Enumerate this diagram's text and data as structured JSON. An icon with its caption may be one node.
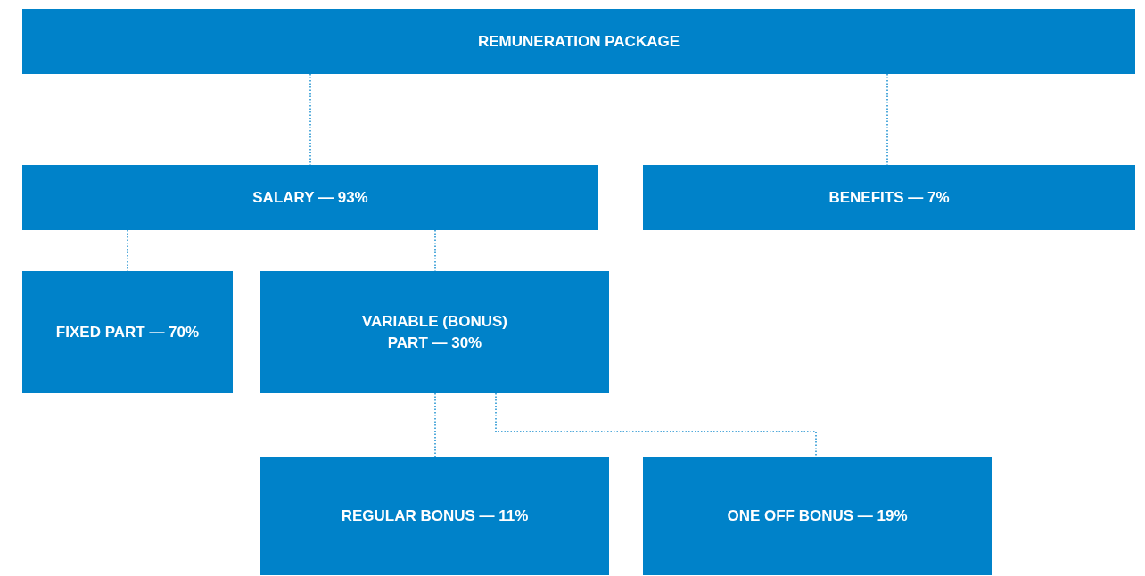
{
  "diagram": {
    "nodes": [
      {
        "text": [
          "REMUNERATION PACKAGE"
        ]
      },
      {
        "text": [
          "SALARY — 93%"
        ]
      },
      {
        "text": [
          "BENEFITS — 7%"
        ]
      },
      {
        "text": [
          "FIXED PART — 70%"
        ]
      },
      {
        "text": [
          "VARIABLE (BONUS) PART — 30%"
        ]
      },
      {
        "text": [
          "REGULAR BONUS — 11%"
        ]
      },
      {
        "text": [
          "ONE OFF BONUS — 19%"
        ]
      }
    ],
    "edges": [
      {
        "from": 0,
        "to": 1,
        "arrow": "none"
      },
      {
        "from": 0,
        "to": 2,
        "arrow": "none"
      },
      {
        "from": 1,
        "to": 3,
        "arrow": "none"
      },
      {
        "from": 1,
        "to": 4,
        "arrow": "none"
      },
      {
        "from": 4,
        "to": 5,
        "arrow": "none"
      },
      {
        "from": 4,
        "to": 6,
        "arrow": "none"
      }
    ]
  }
}
